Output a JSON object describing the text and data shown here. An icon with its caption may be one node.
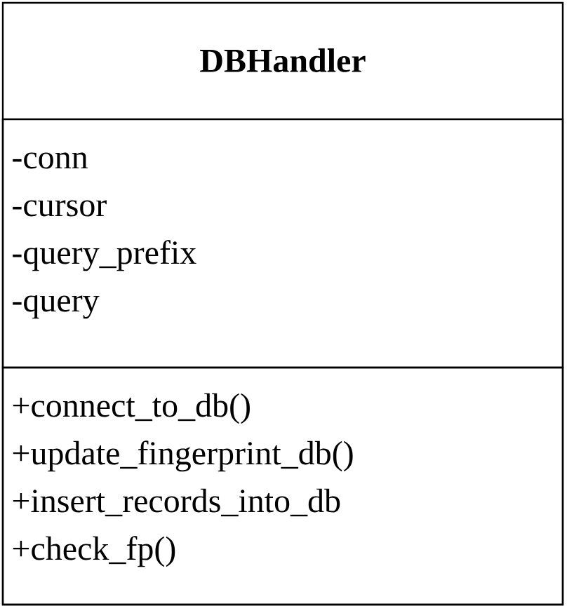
{
  "diagram": {
    "nodes": [
      {
        "text": [
          "DBHandler"
        ]
      },
      {
        "text": [
          "-conn",
          "-cursor",
          "-query_prefix",
          "-query"
        ],
        "in": 0
      },
      {
        "text": [
          "+connect_to_db()",
          "+update_fingerprint_db()",
          "+insert_records_into_db",
          "+check_fp()"
        ],
        "in": 0
      }
    ]
  }
}
